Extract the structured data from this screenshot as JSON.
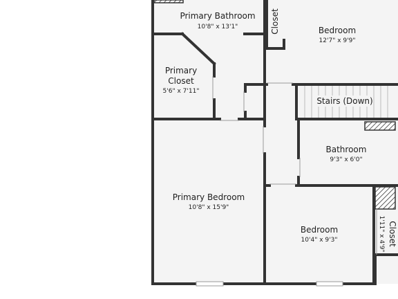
{
  "colors": {
    "wall": "#333333",
    "floor": "#f4f4f4",
    "hatch": "#333333",
    "background": "#ffffff"
  },
  "rooms": [
    {
      "id": "primary-bathroom",
      "name": "Primary Bathroom",
      "dims": "10'8\" x 13'1\""
    },
    {
      "id": "closet-top",
      "name": "Closet",
      "dims": ""
    },
    {
      "id": "bedroom-top-right",
      "name": "Bedroom",
      "dims": "12'7\" x 9'9\""
    },
    {
      "id": "primary-closet",
      "name_lines": [
        "Primary",
        "Closet"
      ],
      "dims": "5'6\" x 7'11\""
    },
    {
      "id": "stairs",
      "name": "Stairs (Down)",
      "dims": ""
    },
    {
      "id": "bathroom",
      "name": "Bathroom",
      "dims": "9'3\" x 6'0\""
    },
    {
      "id": "primary-bedroom",
      "name": "Primary Bedroom",
      "dims": "10'8\" x 15'9\""
    },
    {
      "id": "bedroom-bottom-right",
      "name": "Bedroom",
      "dims": "10'4\" x 9'3\""
    },
    {
      "id": "closet-right",
      "name": "Closet",
      "dims": "1'11\" x 4'9\""
    }
  ]
}
